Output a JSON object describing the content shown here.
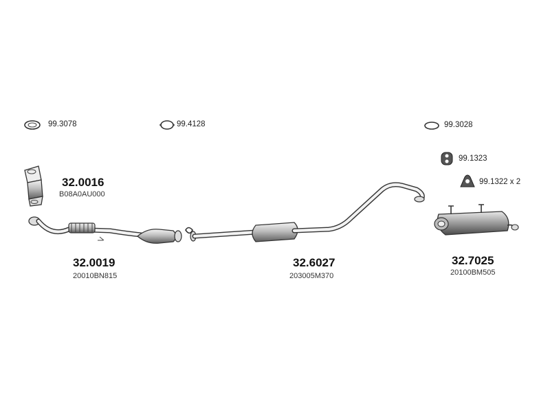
{
  "parts": {
    "gasket_a": "99.3078",
    "gasket_b": "99.4128",
    "gasket_c": "99.3028",
    "hanger_a": "99.1323",
    "hanger_b": "99.1322 x 2",
    "front_cat": {
      "part_no": "32.0016",
      "oem": "B08A0AU000"
    },
    "front_pipe": {
      "part_no": "32.0019",
      "oem": "20010BN815"
    },
    "middle_silencer": {
      "part_no": "32.6027",
      "oem": "203005M370"
    },
    "rear_silencer": {
      "part_no": "32.7025",
      "oem": "20100BM505"
    }
  },
  "colors": {
    "line": "#333333",
    "fill_light": "#e6e6e6",
    "fill_dark": "#777777"
  }
}
